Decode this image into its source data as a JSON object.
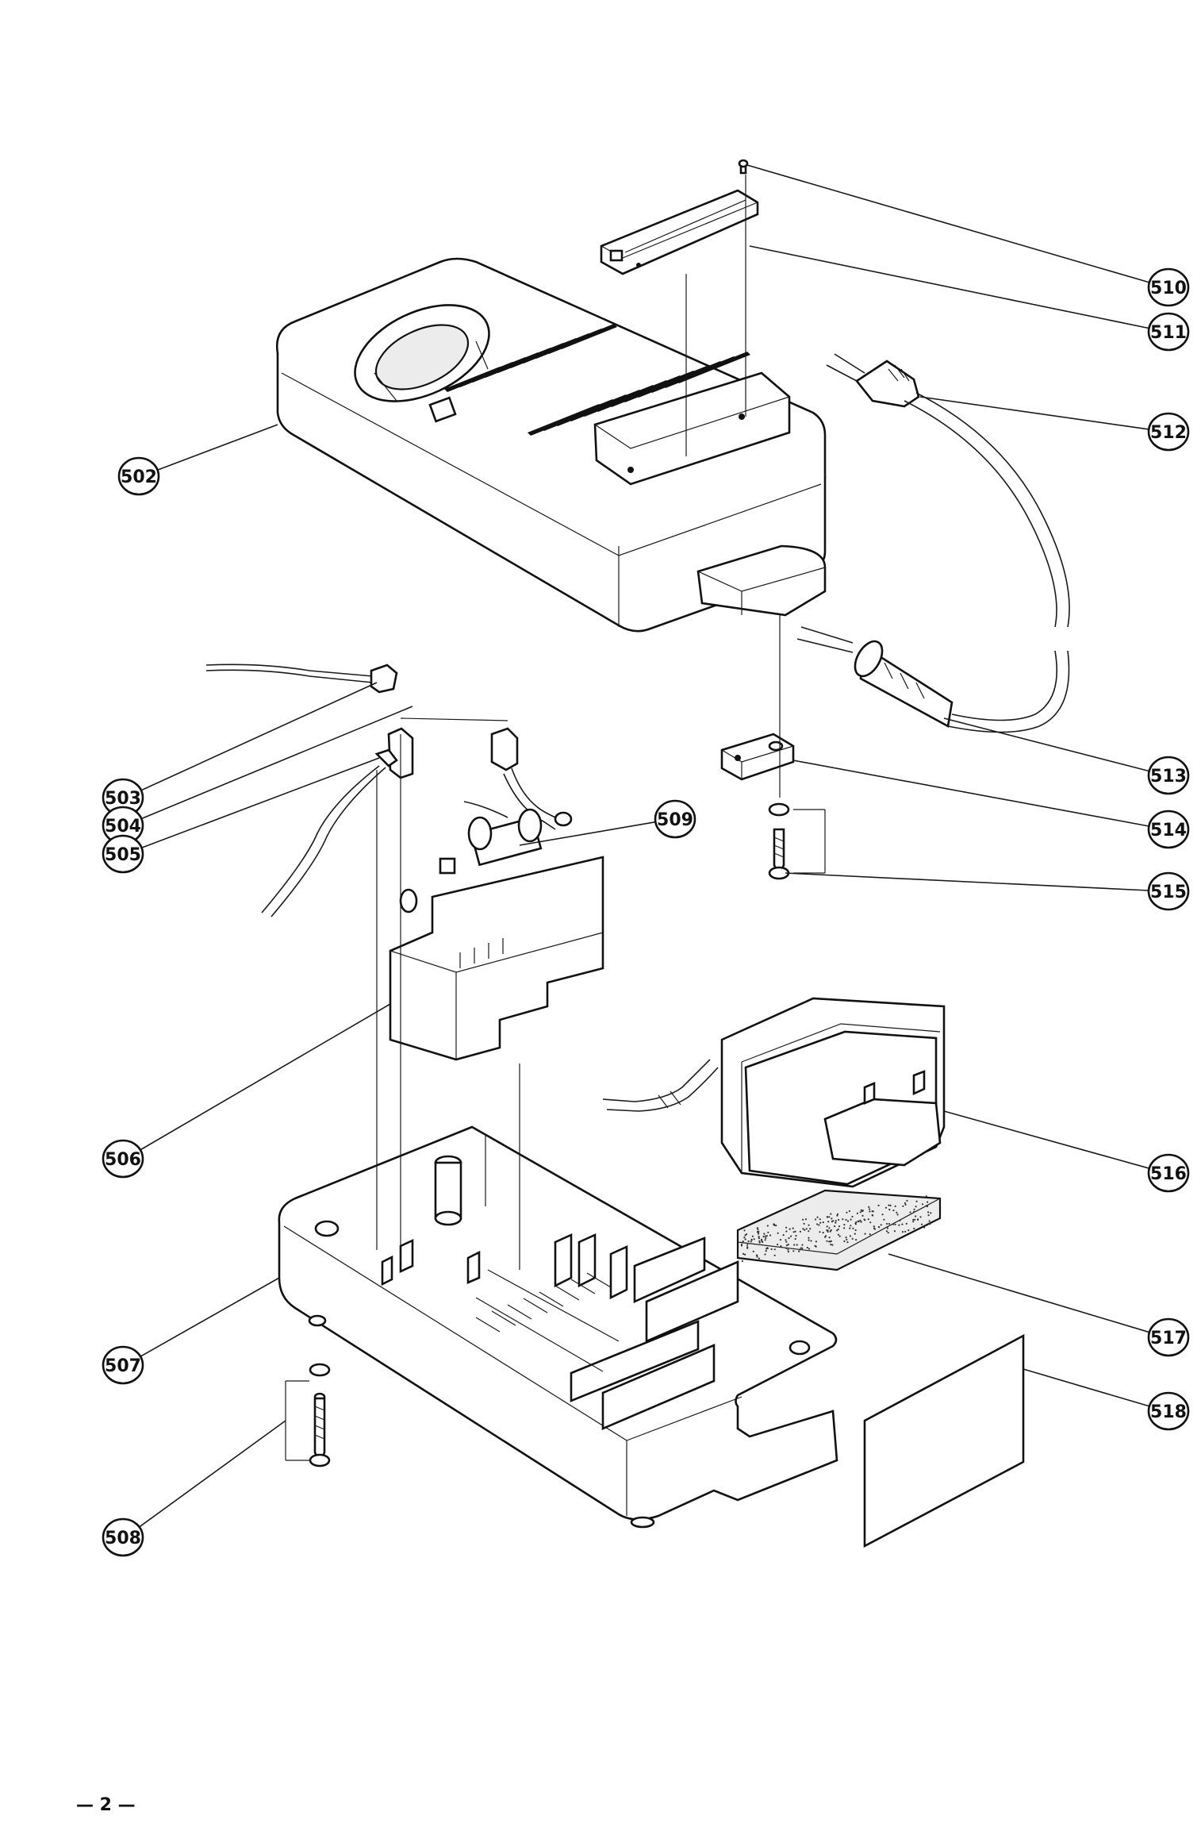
{
  "parts": [
    {
      "id": "502",
      "label": "502"
    },
    {
      "id": "503",
      "label": "503"
    },
    {
      "id": "504",
      "label": "504"
    },
    {
      "id": "505",
      "label": "505"
    },
    {
      "id": "506",
      "label": "506"
    },
    {
      "id": "507",
      "label": "507"
    },
    {
      "id": "508",
      "label": "508"
    },
    {
      "id": "509",
      "label": "509"
    },
    {
      "id": "510",
      "label": "510"
    },
    {
      "id": "511",
      "label": "511"
    },
    {
      "id": "512",
      "label": "512"
    },
    {
      "id": "513",
      "label": "513"
    },
    {
      "id": "514",
      "label": "514"
    },
    {
      "id": "515",
      "label": "515"
    },
    {
      "id": "516",
      "label": "516"
    },
    {
      "id": "517",
      "label": "517"
    },
    {
      "id": "518",
      "label": "518"
    }
  ],
  "page_number": "— 2 —"
}
